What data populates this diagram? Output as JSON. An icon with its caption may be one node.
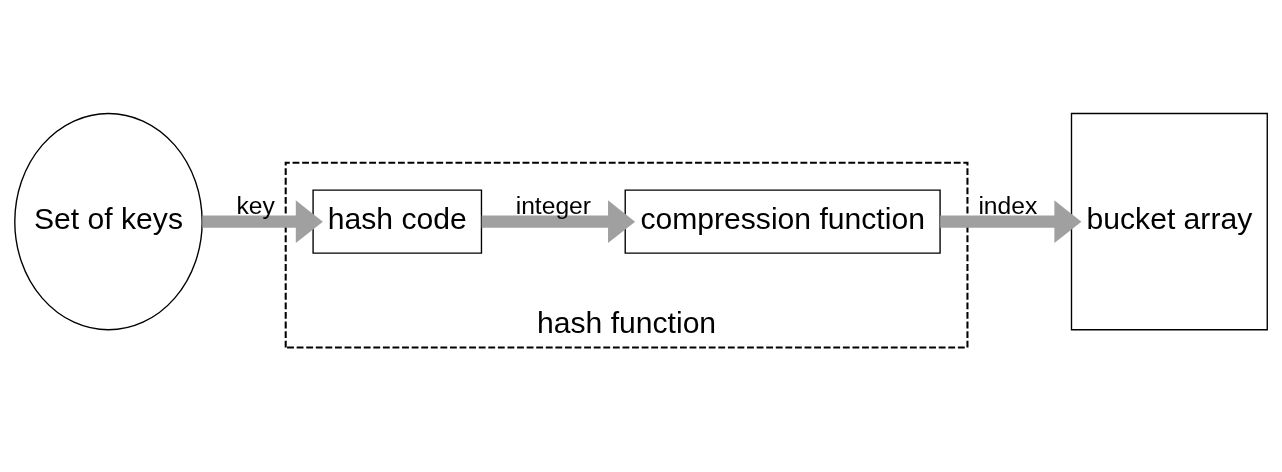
{
  "diagram": {
    "nodes": [
      {
        "text": [
          "Set of keys"
        ]
      },
      {
        "text": [
          "hash function"
        ]
      },
      {
        "text": [
          "hash code"
        ],
        "in": 1
      },
      {
        "text": [
          "compression function"
        ],
        "in": 1
      },
      {
        "text": [
          "bucket array"
        ]
      }
    ],
    "edges": [
      {
        "from": 0,
        "to": 2,
        "arrow": "to",
        "label": "key"
      },
      {
        "from": 2,
        "to": 3,
        "arrow": "to",
        "label": "integer"
      },
      {
        "from": 3,
        "to": 4,
        "arrow": "to",
        "label": "index"
      }
    ]
  }
}
